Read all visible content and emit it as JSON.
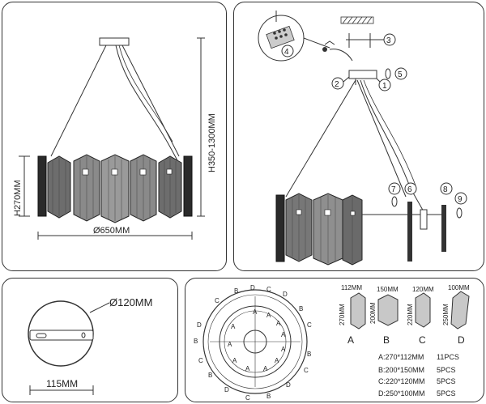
{
  "panel1": {
    "height_label": "H350-1300MM",
    "shade_height_label": "H270MM",
    "diameter_label": "Ø650MM"
  },
  "panel2": {
    "callouts": [
      "1",
      "2",
      "3",
      "4",
      "5",
      "6",
      "7",
      "8",
      "9"
    ]
  },
  "panel3": {
    "canopy_diameter_label": "Ø120MM",
    "canopy_width_label": "115MM"
  },
  "panel4": {
    "ring_letters": {
      "A": "A",
      "B": "B",
      "C": "C",
      "D": "D"
    },
    "pieces": [
      {
        "letter": "A",
        "width": "112MM",
        "height": "270MM"
      },
      {
        "letter": "B",
        "width": "150MM",
        "height": "200MM"
      },
      {
        "letter": "C",
        "width": "120MM",
        "height": "220MM"
      },
      {
        "letter": "D",
        "width": "100MM",
        "height": "250MM"
      }
    ],
    "spec_lines": [
      {
        "spec": "A:270*112MM",
        "qty": "11PCS"
      },
      {
        "spec": "B:200*150MM",
        "qty": "5PCS"
      },
      {
        "spec": "C:220*120MM",
        "qty": "5PCS"
      },
      {
        "spec": "D:250*100MM",
        "qty": "5PCS"
      }
    ]
  }
}
